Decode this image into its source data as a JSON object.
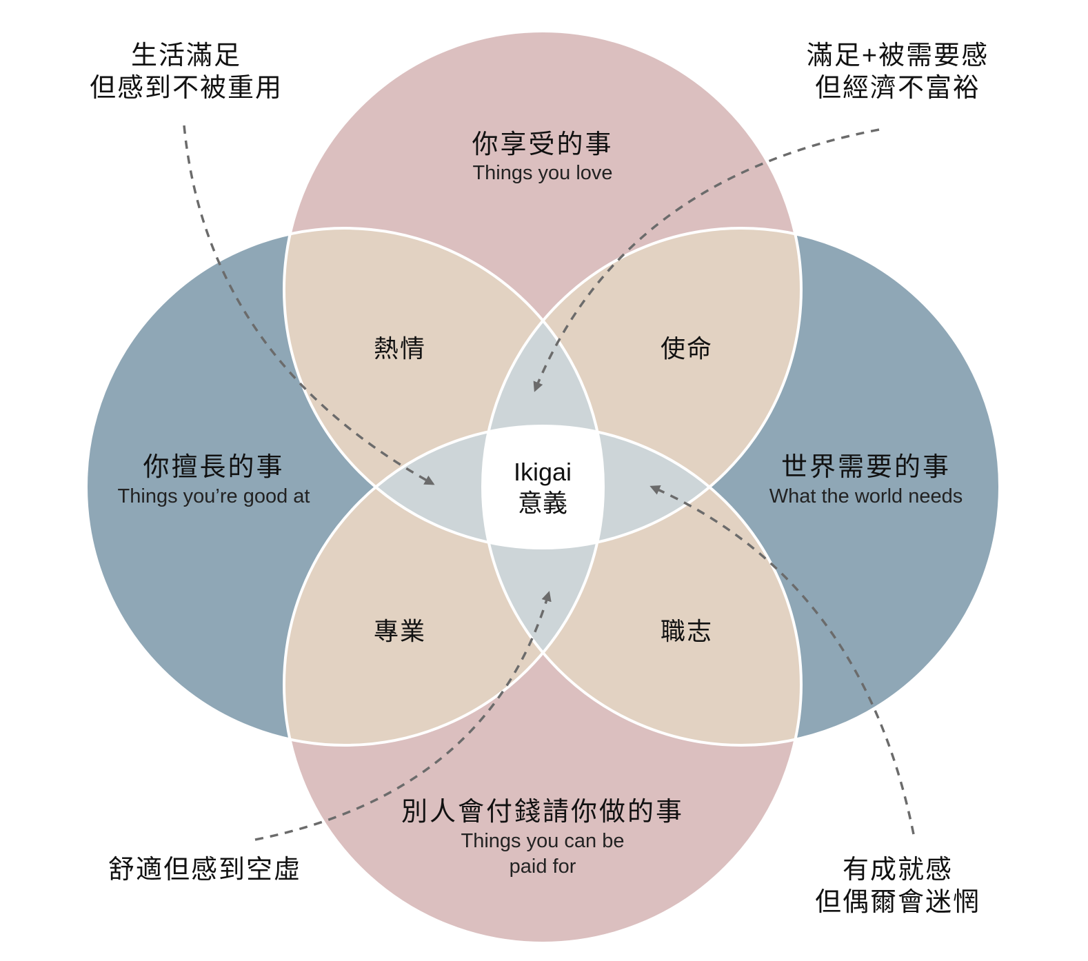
{
  "colors": {
    "love": "#dbbfbf",
    "good_at": "#8fa7b6",
    "pair_overlap": "#e2d2c2",
    "lens_overlap": "#cdd5d8",
    "center": "#ffffff",
    "arrow": "#6b6b6b"
  },
  "circles": {
    "top": {
      "zh": "你享受的事",
      "en": "Things you love"
    },
    "left": {
      "zh": "你擅長的事",
      "en": "Things you’re good at"
    },
    "right": {
      "zh": "世界需要的事",
      "en": "What the world needs"
    },
    "bottom": {
      "zh": "別人會付錢請你做的事",
      "en_line1": "Things you can be",
      "en_line2": "paid for"
    }
  },
  "overlaps": {
    "passion": "熱情",
    "mission": "使命",
    "profession": "專業",
    "vocation": "職志"
  },
  "center": {
    "en": "Ikigai",
    "zh": "意義"
  },
  "notes": {
    "top_left": {
      "line1": "生活滿足",
      "line2": "但感到不被重用"
    },
    "top_right": {
      "line1": "滿足+被需要感",
      "line2": "但經濟不富裕"
    },
    "bottom_left": {
      "line1": "舒適但感到空虛"
    },
    "bottom_right": {
      "line1": "有成就感",
      "line2": "但偶爾會迷惘"
    }
  }
}
